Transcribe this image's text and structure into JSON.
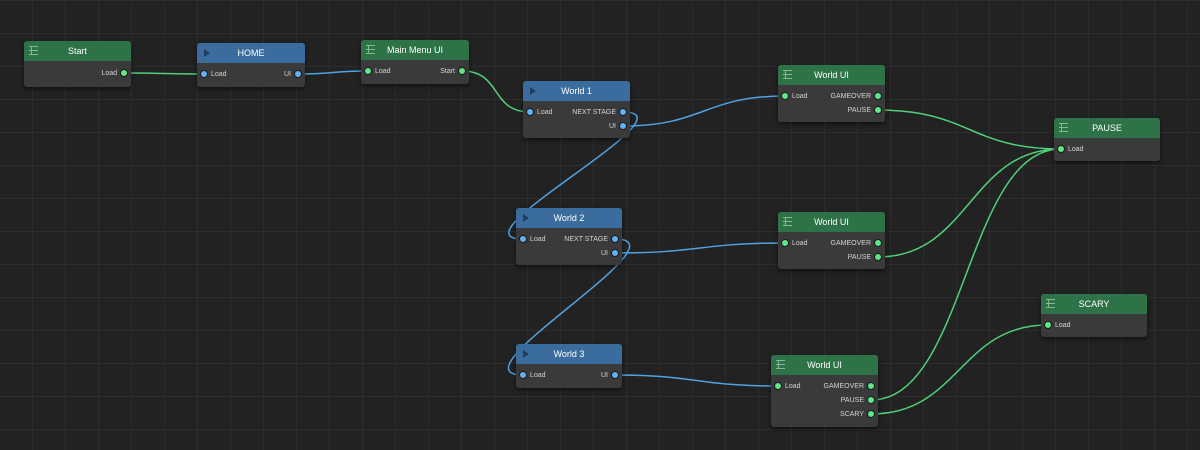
{
  "colors": {
    "canvas_bg": "#222222",
    "grid_line": "#2d2d2d",
    "node_body": "#3a3a3a",
    "flow_header": "#2e7347",
    "scene_header": "#3a6c9e",
    "wire_green": "#4fd07a",
    "wire_blue": "#4fa3e3"
  },
  "nodes": {
    "start": {
      "title": "Start",
      "kind": "flow",
      "outputs": [
        "Load"
      ]
    },
    "home": {
      "title": "HOME",
      "kind": "scene",
      "inputs": [
        "Load"
      ],
      "outputs": [
        "UI"
      ]
    },
    "main_menu_ui": {
      "title": "Main Menu UI",
      "kind": "flow",
      "inputs": [
        "Load"
      ],
      "outputs": [
        "Start"
      ]
    },
    "world1": {
      "title": "World 1",
      "kind": "scene",
      "inputs": [
        "Load"
      ],
      "outputs": [
        "NEXT STAGE",
        "UI"
      ]
    },
    "world2": {
      "title": "World 2",
      "kind": "scene",
      "inputs": [
        "Load"
      ],
      "outputs": [
        "NEXT STAGE",
        "UI"
      ]
    },
    "world3": {
      "title": "World 3",
      "kind": "scene",
      "inputs": [
        "Load"
      ],
      "outputs": [
        "UI"
      ]
    },
    "world_ui_1": {
      "title": "World UI",
      "kind": "flow",
      "inputs": [
        "Load"
      ],
      "outputs": [
        "GAMEOVER",
        "PAUSE"
      ]
    },
    "world_ui_2": {
      "title": "World UI",
      "kind": "flow",
      "inputs": [
        "Load"
      ],
      "outputs": [
        "GAMEOVER",
        "PAUSE"
      ]
    },
    "world_ui_3": {
      "title": "World UI",
      "kind": "flow",
      "inputs": [
        "Load"
      ],
      "outputs": [
        "GAMEOVER",
        "PAUSE",
        "SCARY"
      ]
    },
    "pause": {
      "title": "PAUSE",
      "kind": "flow",
      "inputs": [
        "Load"
      ]
    },
    "scary": {
      "title": "SCARY",
      "kind": "flow",
      "inputs": [
        "Load"
      ]
    }
  }
}
